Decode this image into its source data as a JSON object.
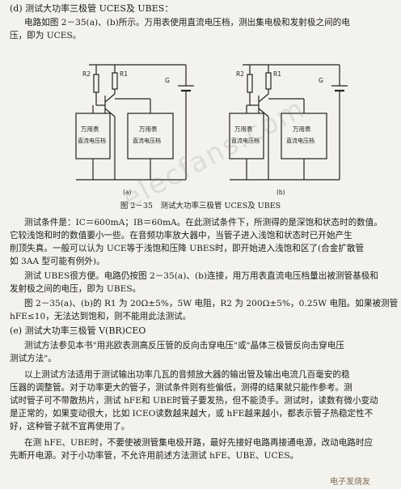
{
  "heading_d": "(d) 测试大功率三极管 UCES及 UBES：",
  "intro_line1": "电路如图 2－35(a)、(b)所示。万用表使用直流电压档，测出集电极和发射极之间的电",
  "intro_line2": "压，即为 UCES。",
  "figure": {
    "left": {
      "r2": "R2",
      "r1": "R1",
      "g": "G",
      "box_a_line1": "万用表",
      "box_a_line2": "直流电压档",
      "box_b_line1": "万用表",
      "box_b_line2": "直流电压档",
      "sub": "(a)"
    },
    "right": {
      "r2": "R2",
      "r1": "R1",
      "g": "G",
      "box_a_line1": "万用表",
      "box_a_line2": "直流电压档",
      "box_b_line1": "万用表",
      "box_b_line2": "直流电压档",
      "sub": "(b)"
    },
    "caption": "图 2－35　测试大功率三极管 UCES及 UBES"
  },
  "para1": [
    "测试条件是：IC＝600mA；IB＝60mA。在此测试条件下，所测得的是深饱和状态时的数值。",
    "它较浅饱和时的数值要小一些。在音频功率放大器中，当管子进入浅饱和状态时已开始产生",
    "削顶失真。一般可以认为 UCE等于浅饱和压降 UBES时，即开始进入浅饱和区了(合金扩散管",
    "如 3AA 型可能有例外)。"
  ],
  "para2": [
    "测试 UBES很方便。电路仍按图 2－35(a)、(b)连接，用万用表直流电压档量出被测管基极和",
    "发射极之间的电压，即为 UBES。"
  ],
  "para3": [
    "图 2－35(a)、(b)的 R1 为 20Ω±5%，5W 电阻，R2 为 200Ω±5%，0.25W 电阻。如果被测管",
    "hFE≤10，无法达到饱和，则不能用此法测试。"
  ],
  "heading_e": "(e) 测试大功率三极管 V(BR)CEO",
  "para4": [
    "测试方法参见本书\"用兆欧表测高反压管的反向击穿电压\"或\"晶体三极管反向击穿电压",
    "测试方法\"。"
  ],
  "para5": [
    "以上测试方法适用于测试输出功率几瓦的音频放大器的输出管及输出电流几百毫安的稳",
    "压器的调整管。对于功率更大的管子，测试条件则有些偏低，测得的结果就只能作参考。测",
    "试时管子可不带散热片，测试 hFE和 UBE时管子要发热，但不能烫手。测试时，读数有微小变动",
    "是正常的，如果变动很大，比如 ICEO读数越来越大，或 hFE越来越小，都表示管子热稳定性不",
    "好，这种管子就不宜再使用了。"
  ],
  "para6": [
    "在测 hFE、UBE时，不要使被测管集电极开路，最好先接好电路再接通电源，改动电路时应",
    "先断开电源。对于小功率管，不允许用前述方法测试 hFE、UBE、UCES。"
  ],
  "stamp": "电子发烧友",
  "watermark": "elecfans.com"
}
